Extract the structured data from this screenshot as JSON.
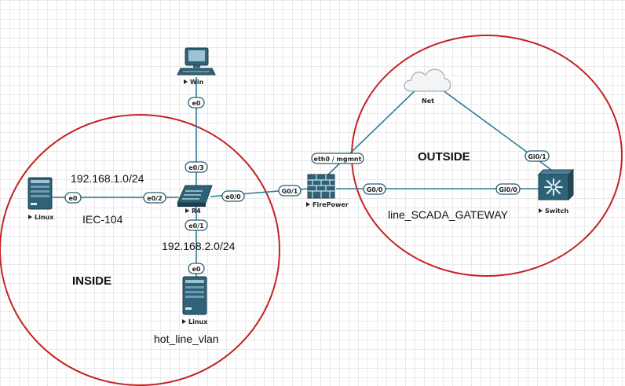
{
  "zones": {
    "inside": "INSIDE",
    "outside": "OUTSIDE"
  },
  "nodes": {
    "linux_left": "Linux",
    "win": "Win",
    "r4": "R4",
    "linux_bottom": "Linux",
    "firepower": "FirePower",
    "net": "Net",
    "switch": "Switch"
  },
  "ports": {
    "linux_left_e0": "e0",
    "r4_e0_2": "e0/2",
    "win_e0": "e0",
    "r4_e0_3": "e0/3",
    "r4_e0_0": "e0/0",
    "r4_e0_1": "e0/1",
    "linux_bottom_e0": "e0",
    "fp_g0_1": "G0/1",
    "fp_eth0": "eth0 / mgmnt",
    "fp_g0_0": "G0/0",
    "sw_gi0_0": "Gi0/0",
    "sw_gi0_1": "Gi0/1"
  },
  "labels": {
    "subnet_1": "192.168.1.0/24",
    "protocol": "IEC-104",
    "subnet_2": "192.168.2.0/24",
    "hot_line": "hot_line_vlan",
    "scada": "line_SCADA_GATEWAY"
  },
  "colors": {
    "zone_border": "#c42222",
    "link": "#2b7a94"
  }
}
